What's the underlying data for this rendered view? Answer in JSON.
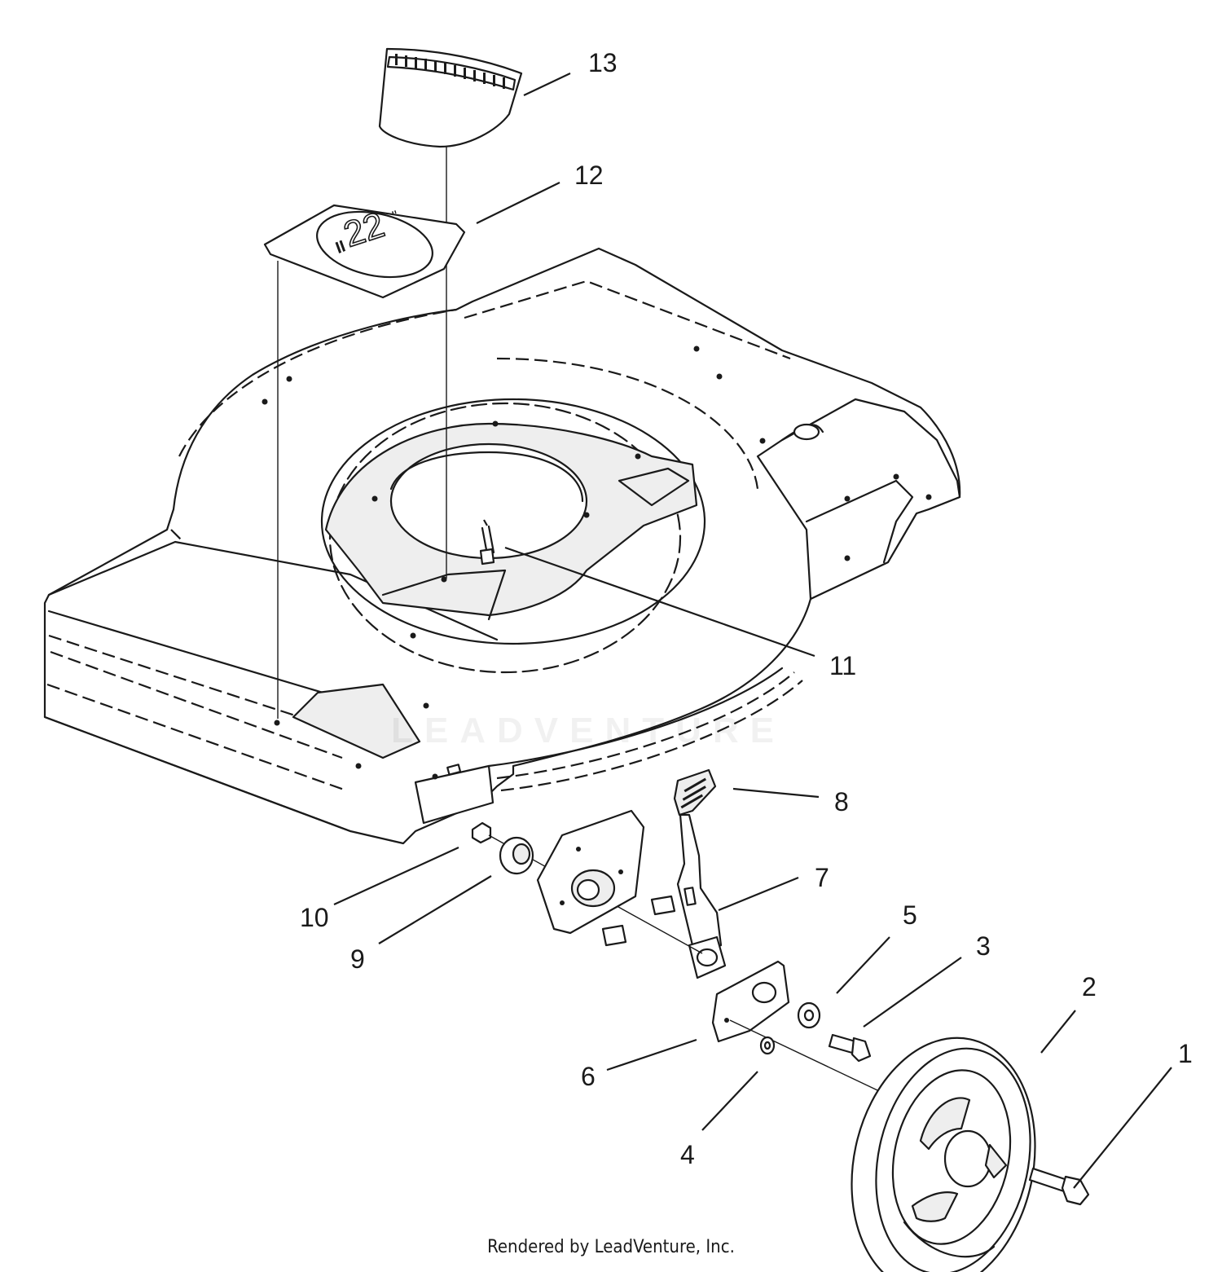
{
  "diagram": {
    "callouts": [
      {
        "id": "1",
        "label": "1"
      },
      {
        "id": "2",
        "label": "2"
      },
      {
        "id": "3",
        "label": "3"
      },
      {
        "id": "4",
        "label": "4"
      },
      {
        "id": "5",
        "label": "5"
      },
      {
        "id": "6",
        "label": "6"
      },
      {
        "id": "7",
        "label": "7"
      },
      {
        "id": "8",
        "label": "8"
      },
      {
        "id": "9",
        "label": "9"
      },
      {
        "id": "10",
        "label": "10"
      },
      {
        "id": "11",
        "label": "11"
      },
      {
        "id": "12",
        "label": "12"
      },
      {
        "id": "13",
        "label": "13"
      }
    ],
    "decal_text": "22",
    "decal_unit": "\""
  },
  "watermark": "LEADVENTURE",
  "footer": "Rendered by LeadVenture, Inc."
}
